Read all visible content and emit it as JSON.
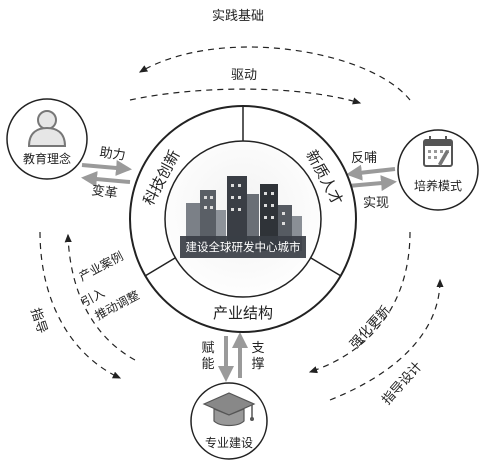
{
  "nodes": {
    "education": "教育理念",
    "training": "培养模式",
    "major": "专业建设"
  },
  "ring": {
    "tech": "科技创新",
    "talent": "新质人才",
    "industry": "产业结构",
    "center": "建设全球研发中心城市"
  },
  "arrows": {
    "practice": "实践基础",
    "drive": "驱动",
    "help": "助力",
    "reform": "变革",
    "feedback": "反哺",
    "realize": "实现",
    "empower": "赋能",
    "support": "支撑",
    "guide": "指导",
    "case": "产业案例",
    "introduce": "引入",
    "adjust": "推动调整",
    "strengthen": "强化更新",
    "guide_design": "指导设计"
  },
  "icons": [
    "person-icon",
    "calendar-icon",
    "graduation-cap-icon",
    "city-skyline-icon"
  ],
  "colors": {
    "line": "#222222",
    "arrow_gray": "#9a9a9a",
    "city_dark": "#3a3e45"
  }
}
